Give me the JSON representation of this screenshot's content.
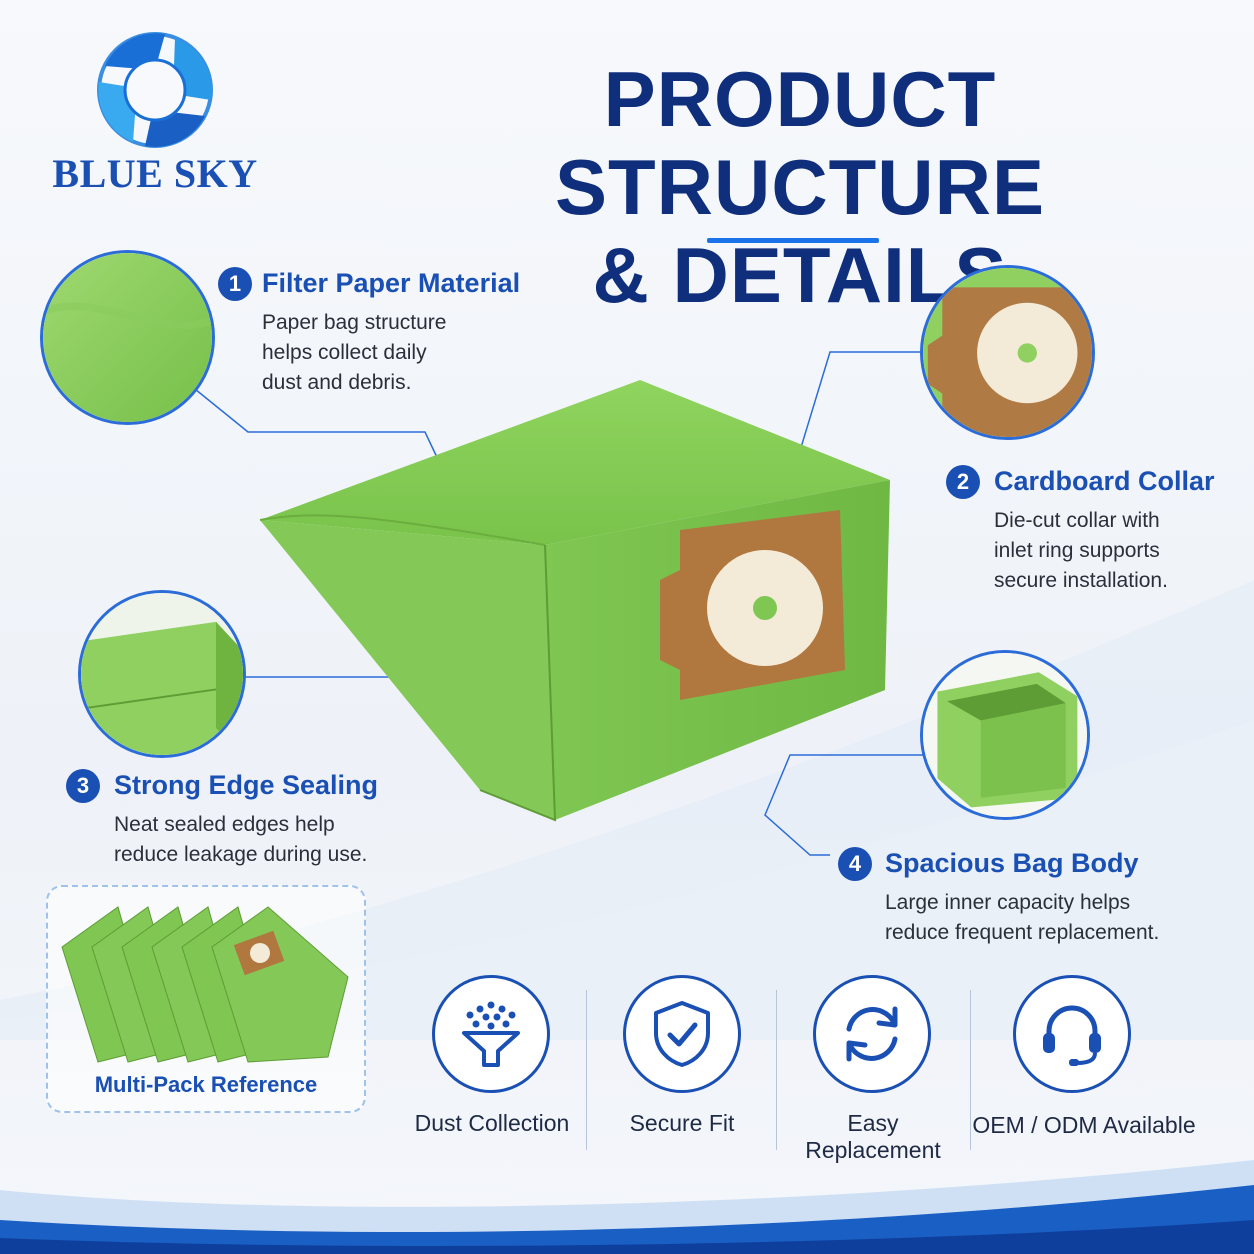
{
  "brand": {
    "name": "BLUE SKY",
    "logo_icon": "aperture-ring-icon",
    "primary_color": "#1a4fb4",
    "title_color": "#0f2f7c",
    "accent_color": "#1a73e8"
  },
  "title": {
    "line1": "PRODUCT STRUCTURE",
    "line2": "& DETAILS"
  },
  "features": [
    {
      "num": "1",
      "title": "Filter Paper Material",
      "desc": [
        "Paper bag structure",
        "helps collect daily",
        "dust and debris."
      ]
    },
    {
      "num": "2",
      "title": "Cardboard Collar",
      "desc": [
        "Die-cut collar with",
        "inlet ring supports",
        "secure installation."
      ]
    },
    {
      "num": "3",
      "title": "Strong Edge Sealing",
      "desc": [
        "Neat sealed edges help",
        "reduce leakage during use."
      ]
    },
    {
      "num": "4",
      "title": "Spacious Bag Body",
      "desc": [
        "Large inner capacity helps",
        "reduce frequent replacement."
      ]
    }
  ],
  "multipack": {
    "label": "Multi-Pack Reference"
  },
  "benefits": [
    {
      "label": "Dust Collection",
      "icon": "funnel-particles-icon"
    },
    {
      "label": "Secure Fit",
      "icon": "shield-check-icon"
    },
    {
      "label": "Easy Replacement",
      "icon": "refresh-arrows-icon"
    },
    {
      "label": "OEM / ODM Available",
      "icon": "headset-icon"
    }
  ]
}
